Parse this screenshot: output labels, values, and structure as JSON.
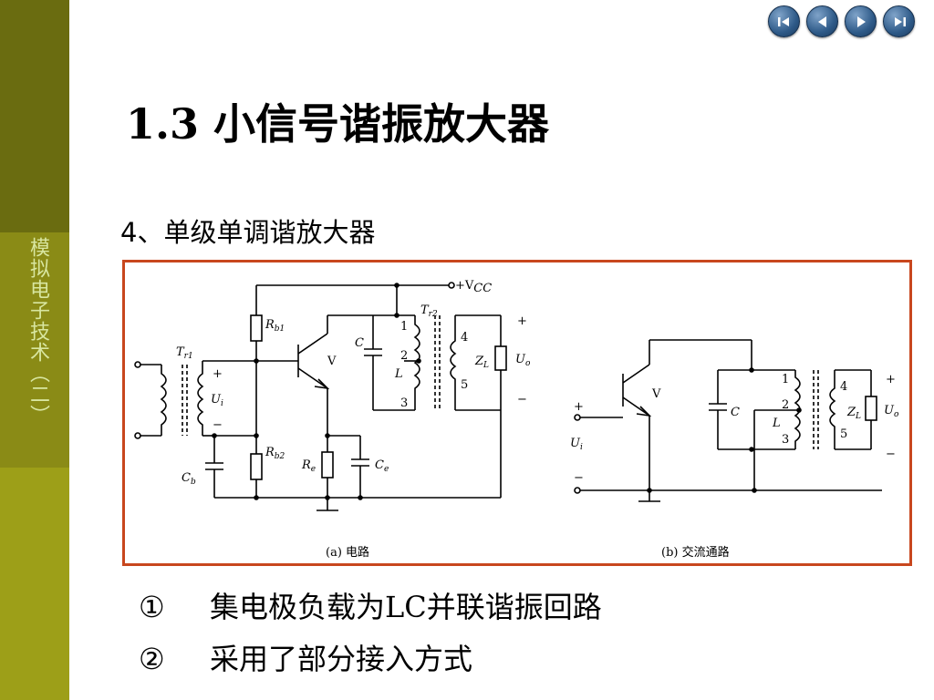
{
  "sidebar": {
    "label": "模拟电子技术（二）"
  },
  "nav": {
    "buttons": [
      {
        "name": "first-page-icon"
      },
      {
        "name": "previous-page-icon"
      },
      {
        "name": "next-page-icon"
      },
      {
        "name": "last-page-icon"
      }
    ]
  },
  "slide": {
    "title": "1.3 小信号谐振放大器",
    "subtitle": "4、单级单调谐放大器",
    "bullets": [
      {
        "marker": "①",
        "text": "集电极负载为LC并联谐振回路"
      },
      {
        "marker": "②",
        "text": "采用了部分接入方式"
      }
    ]
  },
  "figure": {
    "caption_a": "(a) 电路",
    "caption_b": "(b) 交流通路",
    "labels": {
      "vcc": "+V",
      "vcc_sub": "CC",
      "tr1": "T",
      "tr1_sub": "r1",
      "tr2": "T",
      "tr2_sub": "r2",
      "rb1": "R",
      "rb1_sub": "b1",
      "rb2": "R",
      "rb2_sub": "b2",
      "re": "R",
      "re_sub": "e",
      "ce": "C",
      "ce_sub": "e",
      "cb": "C",
      "cb_sub": "b",
      "c": "C",
      "l": "L",
      "v": "V",
      "zl": "Z",
      "zl_sub": "L",
      "ui": "U",
      "ui_sub": "i",
      "uo": "U",
      "uo_sub": "o",
      "plus": "+",
      "minus": "−",
      "n1": "1",
      "n2": "2",
      "n3": "3",
      "n4": "4",
      "n5": "5"
    }
  }
}
